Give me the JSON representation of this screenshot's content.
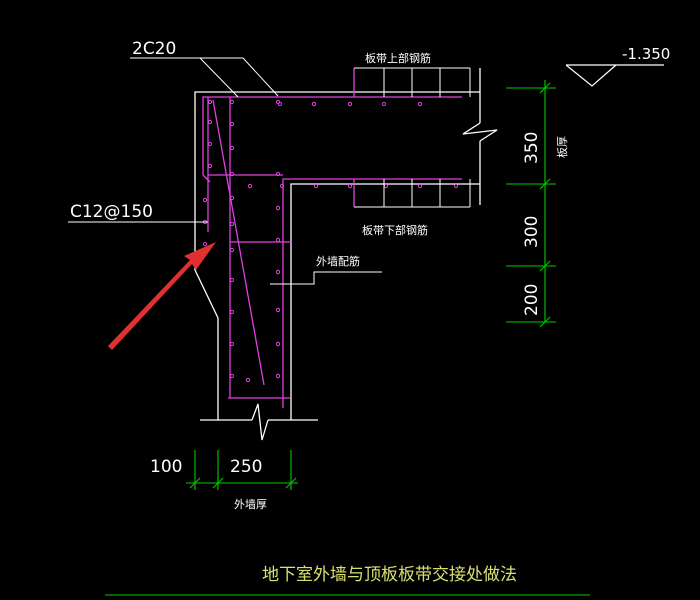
{
  "drawing": {
    "title": "地下室外墙与顶板板带交接处做法",
    "labels": {
      "top_bar": "2C20",
      "wall_bar": "C12@150",
      "slab_top_rebar": "板带上部钢筋",
      "slab_bottom_rebar": "板带下部钢筋",
      "wall_rebar": "外墙配筋",
      "elevation": "-1.350",
      "slab_thickness": "板厚",
      "wall_thickness": "外墙厚"
    },
    "dimensions": {
      "vertical": [
        "350",
        "300",
        "200"
      ],
      "horizontal": [
        "100",
        "250"
      ]
    }
  },
  "colors": {
    "background": "#000000",
    "concrete_outline": "#ffffff",
    "rebar": "#e040e0",
    "dimension": "#00cc00",
    "arrow": "#e03030",
    "title": "#d8e070"
  }
}
